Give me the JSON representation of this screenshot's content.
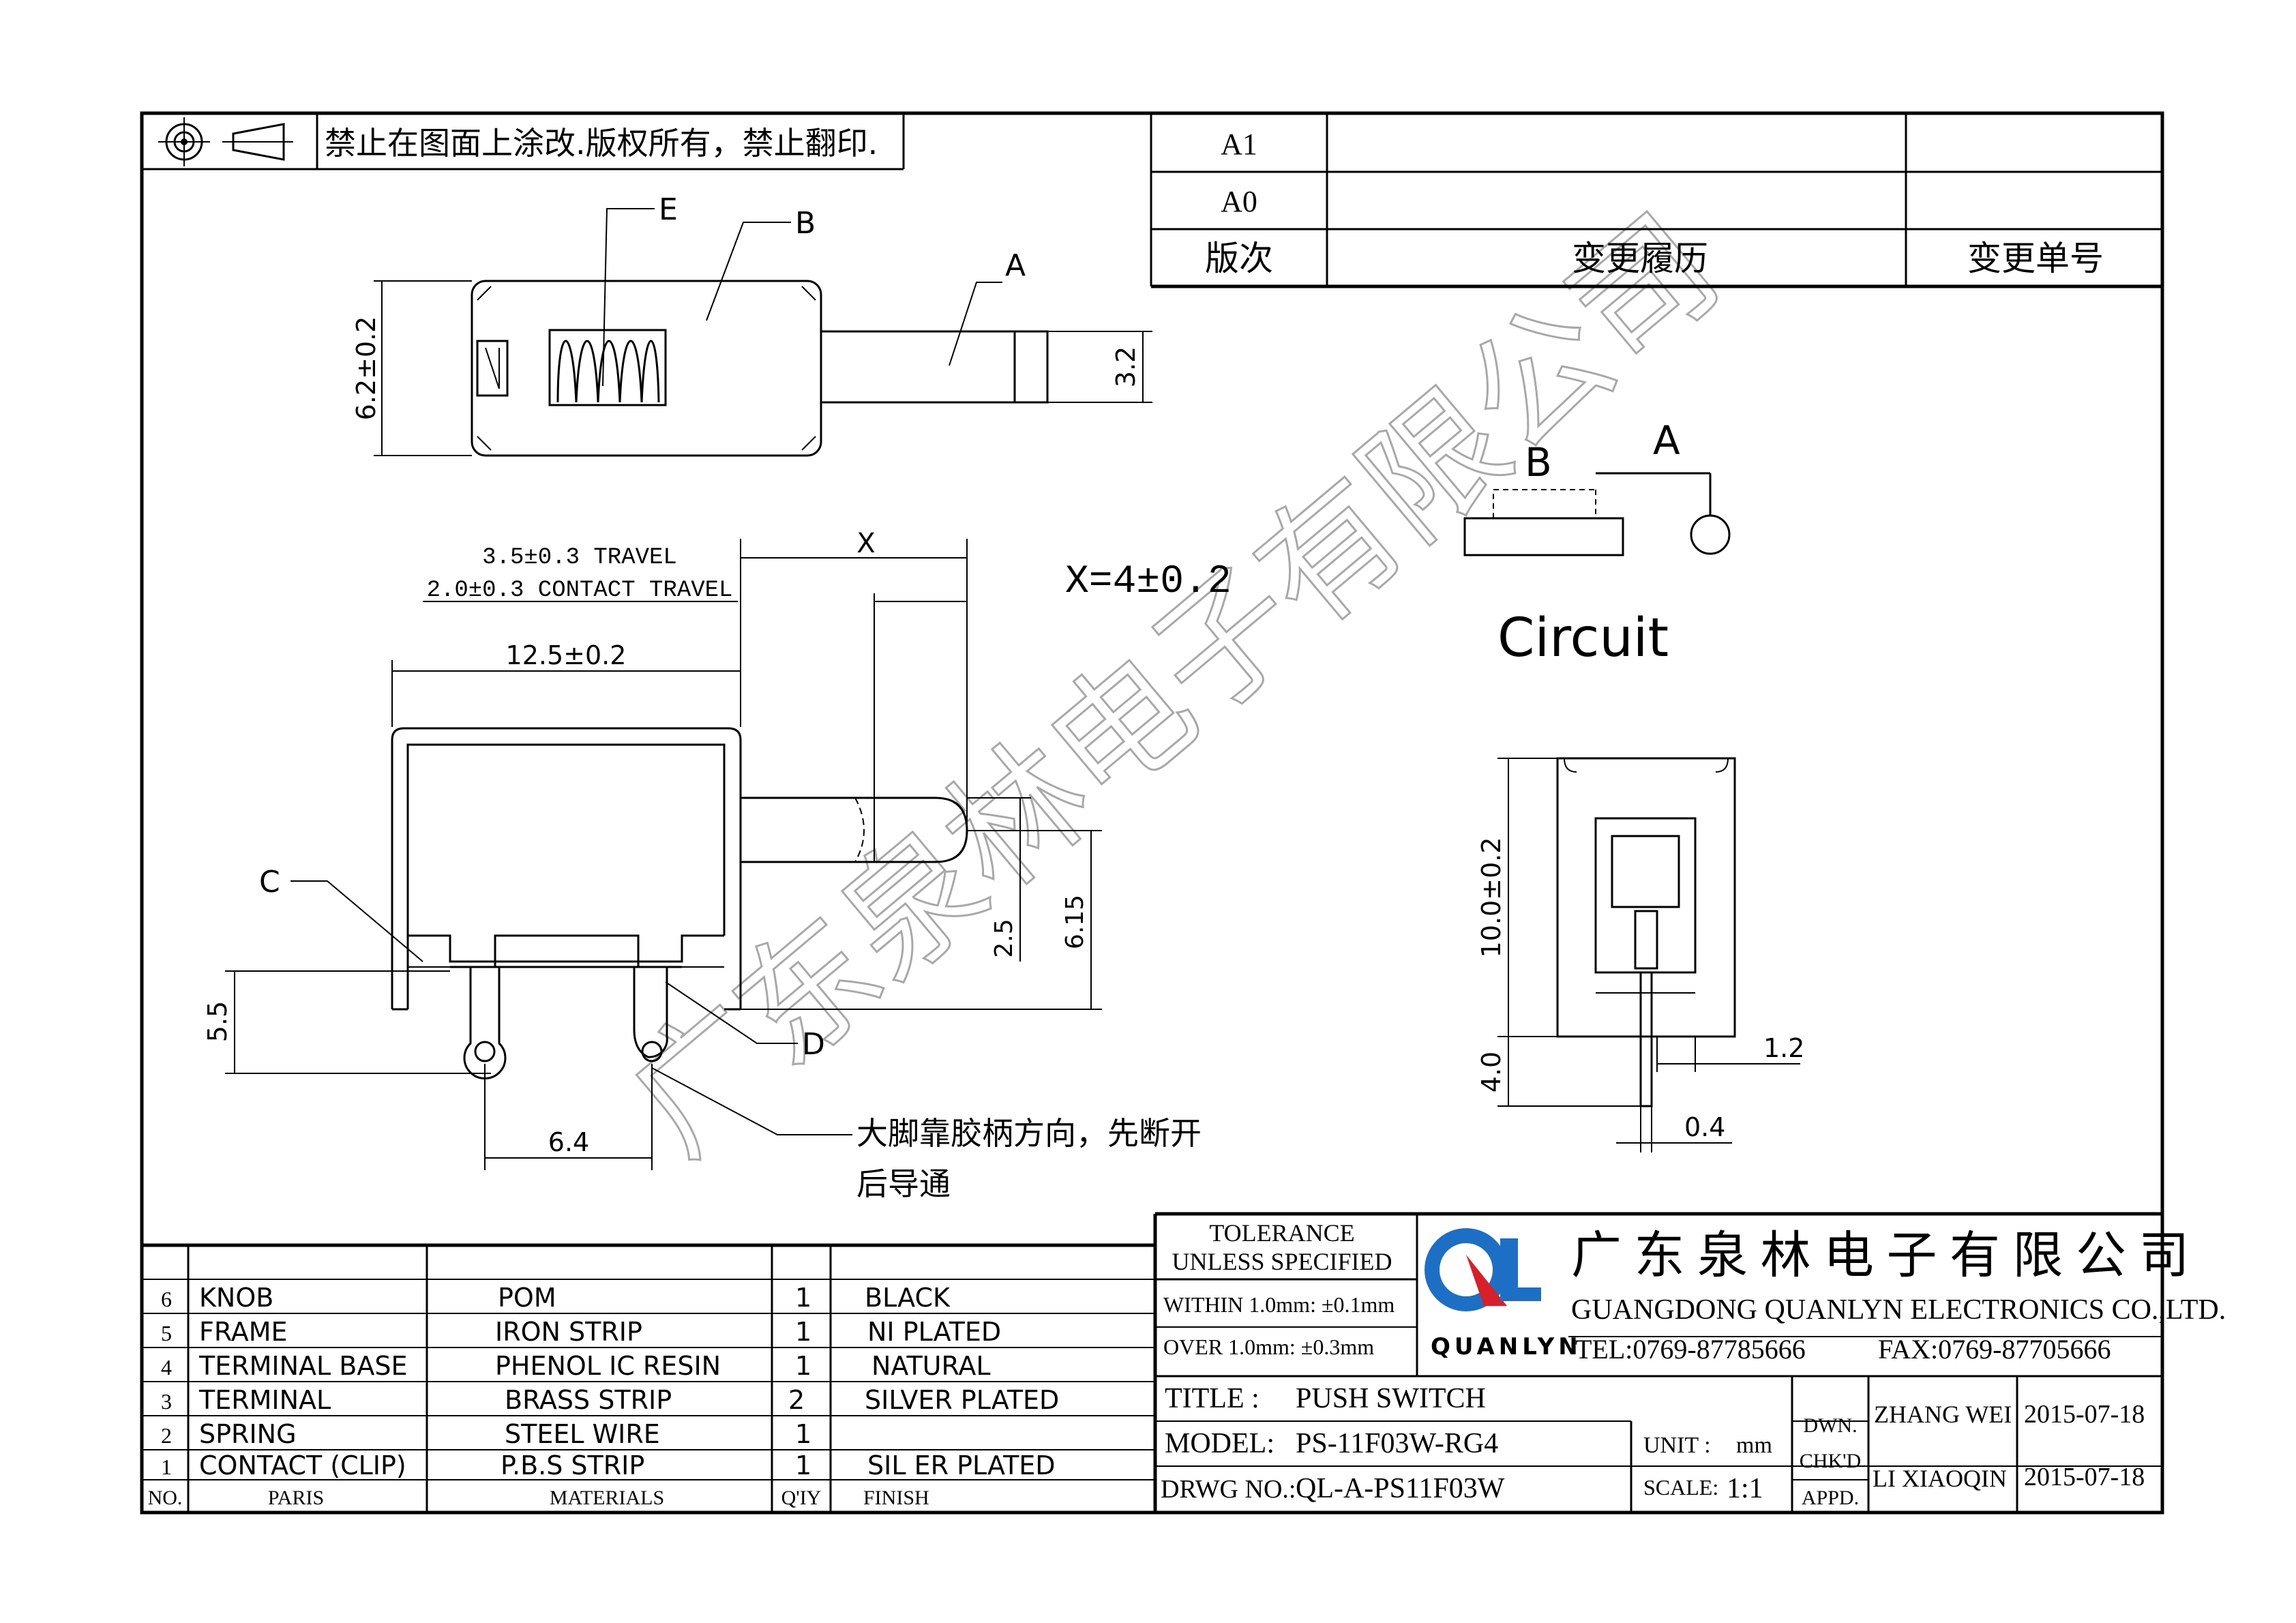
{
  "notice": "禁止在图面上涂改.版权所有，禁止翻印.",
  "revision_table": {
    "rows": [
      "A1",
      "A0"
    ],
    "header": {
      "version": "版次",
      "history": "变更履历",
      "change_no": "变更单号"
    }
  },
  "labels": {
    "A": "A",
    "B": "B",
    "C": "C",
    "D": "D",
    "E": "E"
  },
  "dimensions": {
    "height_6_2": "6.2±0.2",
    "shaft_3_2": "3.2",
    "travel": "3.5±0.3 TRAVEL",
    "contact_travel": "2.0±0.3 CONTACT TRAVEL",
    "x": "X",
    "x_value": "X=4±0.2",
    "length_12_5": "12.5±0.2",
    "d_2_5": "2.5",
    "d_6_15": "6.15",
    "d_5_5": "5.5",
    "d_6_4": "6.4",
    "d_10_0": "10.0±0.2",
    "d_4_0": "4.0",
    "d_1_2": "1.2",
    "d_0_4": "0.4"
  },
  "circuit_label": "Circuit",
  "note_line1": "大脚靠胶柄方向，先断开",
  "note_line2": "后导通",
  "watermark": "广东泉林电子有限公司",
  "parts": {
    "rows": [
      {
        "no": "6",
        "part": "KNOB",
        "material": "POM",
        "qty": "1",
        "finish": "BLACK"
      },
      {
        "no": "5",
        "part": "FRAME",
        "material": "IRON  STRIP",
        "qty": "1",
        "finish": "NI  PLATED"
      },
      {
        "no": "4",
        "part": "TERMINAL  BASE",
        "material": "PHENOL  IC  RESIN",
        "qty": "1",
        "finish": "NATURAL"
      },
      {
        "no": "3",
        "part": "TERMINAL",
        "material": "BRASS  STRIP",
        "qty": "2",
        "finish": "SILVER  PLATED"
      },
      {
        "no": "2",
        "part": "SPRING",
        "material": "STEEL  WIRE",
        "qty": "1",
        "finish": ""
      },
      {
        "no": "1",
        "part": "CONTACT (CLIP)",
        "material": "P.B.S  STRIP",
        "qty": "1",
        "finish": "SIL  ER  PLATED"
      }
    ],
    "header": {
      "no": "NO.",
      "part": "PARIS",
      "material": "MATERIALS",
      "qty": "Q'IY",
      "finish": "FINISH"
    }
  },
  "tolerance": {
    "title1": "TOLERANCE",
    "title2": "UNLESS SPECIFIED",
    "within": "WITHIN 1.0mm: ±0.1mm",
    "over": "OVER 1.0mm:   ±0.3mm"
  },
  "company": {
    "logo_text": "QUANLYN",
    "name_cn": "广 东 泉 林 电 子 有 限 公 司",
    "name_en": "GUANGDONG QUANLYN ELECTRONICS CO.,LTD.",
    "tel": "TEL:0769-87785666",
    "fax": "FAX:0769-87705666",
    "colors": {
      "logo_blue": "#1c6fc4",
      "logo_red": "#d8202a"
    }
  },
  "title_block": {
    "title_label": "TITLE :",
    "title": "PUSH SWITCH",
    "model_label": "MODEL:",
    "model": "PS-11F03W-RG4",
    "drwg_label": "DRWG NO.:",
    "drwg": "QL-A-PS11F03W",
    "unit_label": "UNIT :",
    "unit": "mm",
    "scale_label": "SCALE:",
    "scale": "1:1",
    "dwn_label": "DWN.",
    "dwn_name": "ZHANG WEI",
    "dwn_date": "2015-07-18",
    "chkd_label": "CHK'D",
    "appd_label": "APPD.",
    "chk_name": "LI XIAOQIN",
    "chk_date": "2015-07-18"
  }
}
